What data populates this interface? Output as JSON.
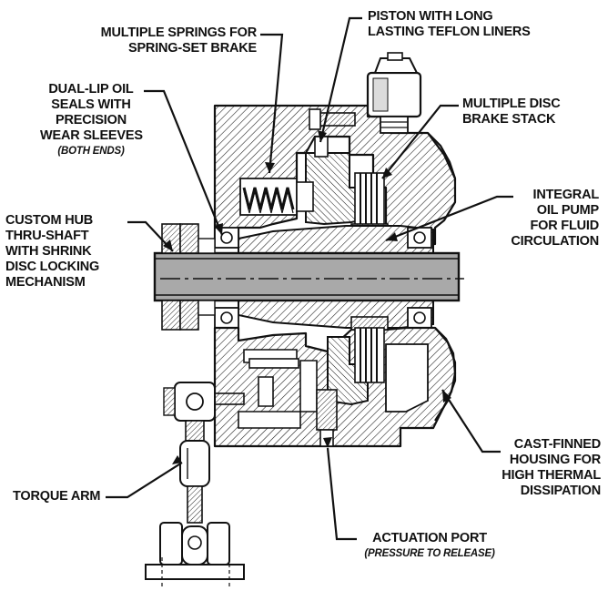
{
  "labels": {
    "springs": {
      "lines": [
        "MULTIPLE SPRINGS FOR",
        "SPRING-SET BRAKE"
      ]
    },
    "piston": {
      "lines": [
        "PISTON WITH LONG",
        "LASTING TEFLON LINERS"
      ]
    },
    "seals": {
      "lines": [
        "DUAL-LIP OIL",
        "SEALS WITH",
        "PRECISION",
        "WEAR SLEEVES"
      ],
      "note": "(BOTH ENDS)"
    },
    "disc_stack": {
      "lines": [
        "MULTIPLE DISC",
        "BRAKE STACK"
      ]
    },
    "hub": {
      "lines": [
        "CUSTOM HUB",
        "THRU-SHAFT",
        "WITH SHRINK",
        "DISC LOCKING",
        "MECHANISM"
      ]
    },
    "pump": {
      "lines": [
        "INTEGRAL",
        "OIL PUMP",
        "FOR FLUID",
        "CIRCULATION"
      ]
    },
    "housing": {
      "lines": [
        "CAST-FINNED",
        "HOUSING FOR",
        "HIGH THERMAL",
        "DISSIPATION"
      ]
    },
    "torque_arm": {
      "lines": [
        "TORQUE ARM"
      ]
    },
    "port": {
      "lines": [
        "ACTUATION PORT"
      ],
      "note": "(PRESSURE TO RELEASE)"
    }
  },
  "colors": {
    "ink": "#111111",
    "shaft": "#a9a9a9",
    "hatch_bg": "#ffffff",
    "light_fill": "#dcdcdc",
    "paper": "#ffffff"
  }
}
